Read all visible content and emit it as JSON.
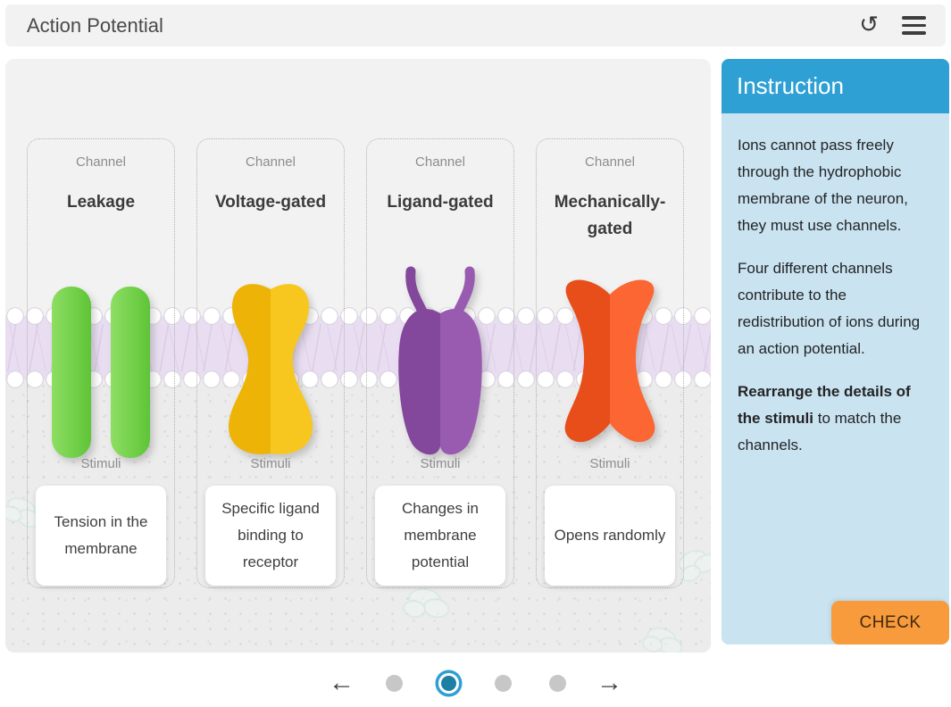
{
  "app": {
    "title": "Action Potential"
  },
  "icons": {
    "reset": "↺",
    "prev": "←",
    "next": "→"
  },
  "cards": [
    {
      "channel_label": "Channel",
      "channel_name": "Leakage",
      "channel_color": "#6cc93e",
      "stimuli_label": "Stimuli",
      "stimulus": "Tension in the membrane"
    },
    {
      "channel_label": "Channel",
      "channel_name": "Voltage-gated",
      "channel_color": "#f2bb10",
      "stimuli_label": "Stimuli",
      "stimulus": "Specific ligand binding to receptor"
    },
    {
      "channel_label": "Channel",
      "channel_name": "Ligand-gated",
      "channel_color": "#8e4fa8",
      "stimuli_label": "Stimuli",
      "stimulus": "Changes in membrane potential"
    },
    {
      "channel_label": "Channel",
      "channel_name": "Mechanically-gated",
      "channel_color": "#f4511e",
      "stimuli_label": "Stimuli",
      "stimulus": "Opens randomly"
    }
  ],
  "instruction": {
    "title": "Instruction",
    "p1": "Ions cannot pass freely through the hydrophobic membrane of the neuron, they must use channels.",
    "p2": "Four different channels contribute to the redistribution of ions during an action potential.",
    "p3_bold": "Rearrange the details of the stimuli",
    "p3_rest": " to match the channels.",
    "check_label": "CHECK"
  },
  "pagination": {
    "count": 4,
    "active_index": 1
  },
  "colors": {
    "header_blue": "#2fa0d4",
    "panel_blue": "#c9e3f1",
    "check_orange": "#f89b3c",
    "membrane_lavender": "#e9ddf2",
    "active_dot": "#1d7fa4",
    "active_dot_ring": "#2e9fd3",
    "inactive_dot": "#c7c7c7"
  }
}
